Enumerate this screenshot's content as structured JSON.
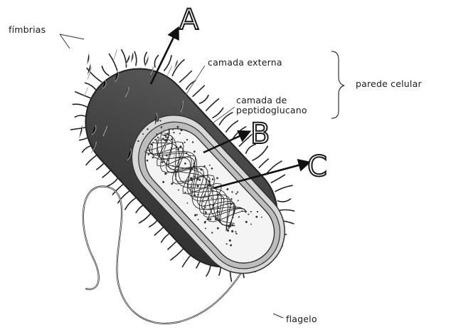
{
  "labels": {
    "fimbrias": "fímbrias",
    "camada_externa": "camada externa",
    "parede_celular": "parede celular",
    "camada_peptidoglicano_line1": "camada de",
    "camada_peptidoglicano_line2": "peptidoglucano",
    "flagelo": "flagelo"
  },
  "markers": {
    "a": "A",
    "b": "B",
    "c": "C"
  }
}
